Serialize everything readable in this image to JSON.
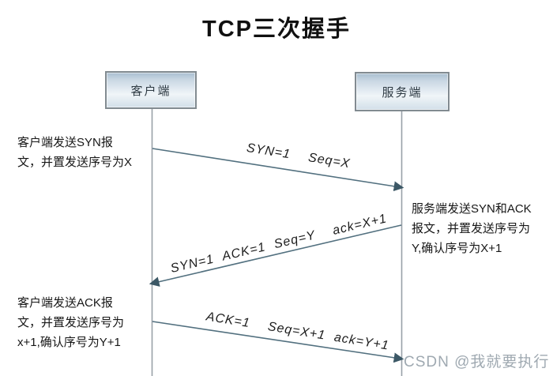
{
  "title": "TCP三次握手",
  "colors": {
    "arrow": "#52707f",
    "arrowhead": "#3c5866",
    "lifeline": "#99a1a8",
    "box_border": "#828b91",
    "box_fill_top": "#a8bed0",
    "box_fill_bottom": "#d2dfe9",
    "watermark": "#9fa9b1"
  },
  "actors": {
    "client": {
      "label": "客户端"
    },
    "server": {
      "label": "服务端"
    }
  },
  "messages": [
    {
      "from": "client",
      "to": "server",
      "label": "SYN=1  Seq=X"
    },
    {
      "from": "server",
      "to": "client",
      "label": "SYN=1 ACK=1 Seq=Y  ack=X+1"
    },
    {
      "from": "client",
      "to": "server",
      "label": "ACK=1  Seq=X+1 ack=Y+1"
    }
  ],
  "notes": {
    "client_syn": {
      "lines": [
        "客户端发送SYN报",
        "文，并置发送序号为X"
      ]
    },
    "server_synack": {
      "lines": [
        "服务端发送SYN和ACK",
        "报文，并置发送序号为",
        "Y,确认序号为X+1"
      ]
    },
    "client_ack": {
      "lines": [
        "客户端发送ACK报",
        "文，并置发送序号为",
        "x+1,确认序号为Y+1"
      ]
    }
  },
  "watermark": "CSDN @我就要执行"
}
